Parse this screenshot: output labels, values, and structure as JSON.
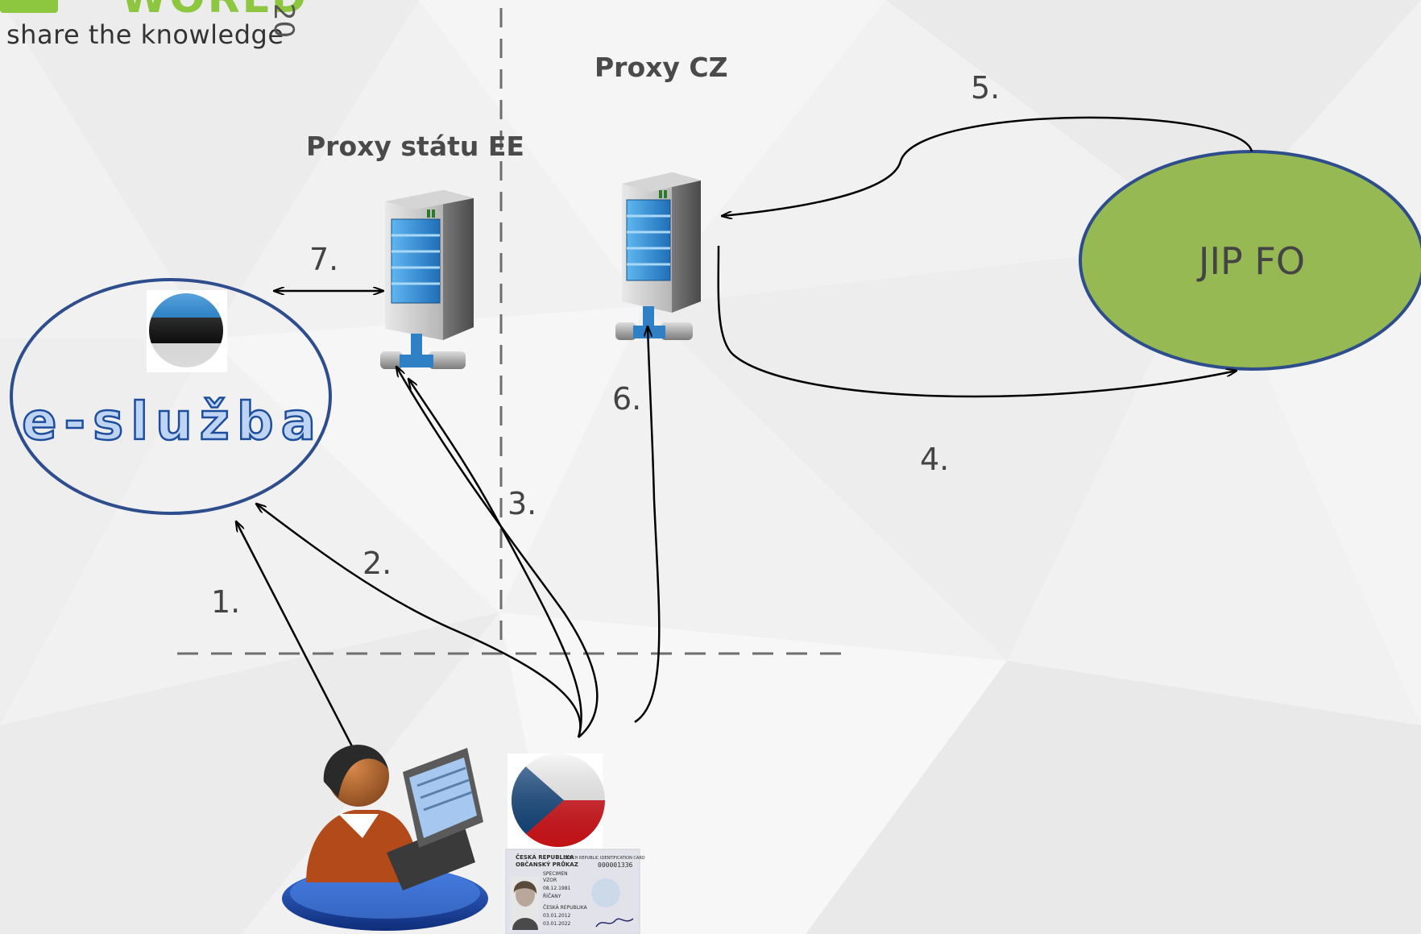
{
  "brand": {
    "word": "WORLD",
    "tagline": "share the knowledge",
    "year_mark": "20"
  },
  "nodes": {
    "proxy_ee": {
      "label": "Proxy státu EE"
    },
    "proxy_cz": {
      "label": "Proxy CZ"
    },
    "jip": {
      "label": "JIP FO",
      "fill": "#97b954",
      "stroke": "#2e4d8c"
    },
    "eservice": {
      "label": "e-služba",
      "stroke": "#2e4d8c"
    }
  },
  "steps": [
    "1.",
    "2.",
    "3.",
    "4.",
    "5.",
    "6.",
    "7."
  ],
  "id_card": {
    "header": "ČESKÁ REPUBLIKA",
    "header_en": "CZECH REPUBLIC IDENTIFICATION CARD",
    "title": "OBČANSKÝ PRŮKAZ",
    "number": "000001336",
    "surname": "SPECIMEN",
    "given": "VZOR",
    "dob": "08.12.1981",
    "city": "ŘÍČANY",
    "issue": "ČESKÁ REPUBLIKA",
    "valid_from": "03.01.2012",
    "valid_to": "03.01.2022"
  },
  "colors": {
    "line": "#000000",
    "divider": "#6e6e6e",
    "server_blue": "#2f8fd6",
    "text": "#444444"
  }
}
